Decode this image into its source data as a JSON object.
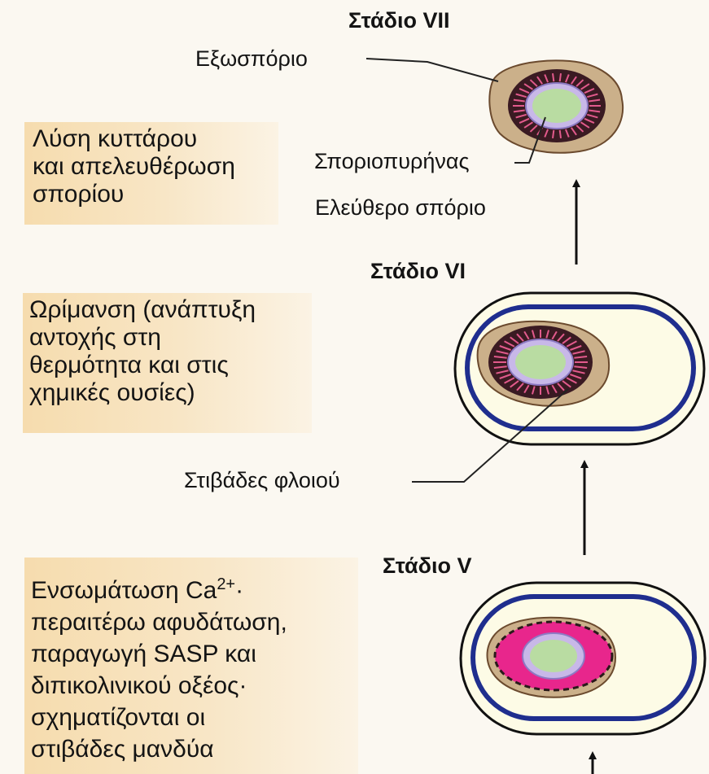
{
  "stage_vii": {
    "title": "Στάδιο VII",
    "label_exosporium": "Εξωσπόριο",
    "label_core": "Σποριοπυρήνας",
    "label_free_spore": "Ελεύθερο σπόριο",
    "description": [
      "Λύση κυττάρου",
      "και απελευθέρωση",
      "σπορίου"
    ]
  },
  "stage_vi": {
    "title": "Στάδιο VI",
    "label_cortex": "Στιβάδες φλοιού",
    "description": [
      "Ωρίμανση (ανάπτυξη",
      "αντοχής στη",
      "θερμότητα και στις",
      "χημικές ουσίες)"
    ]
  },
  "stage_v": {
    "title": "Στάδιο V",
    "description_first": "Ενσωμάτωση Ca",
    "description_sup": "2+",
    "description_first_tail": "·",
    "description": [
      "περαιτέρω αφυδάτωση,",
      "παραγωγή SASP και",
      "διπικολινικού οξέος·",
      "σχηματίζονται οι",
      "στιβάδες μανδύα"
    ]
  },
  "colors": {
    "cell_wall": "#1f2e8e",
    "cortex_dark": "#3a1a22",
    "cortex_spokes": "#e25a8c",
    "core": "#b9dca2",
    "coat_beige": "#cbb08a",
    "stage_v_pink": "#e8268c",
    "cytoplasm": "#fdfbe6",
    "text_box": "#f6dcae"
  }
}
